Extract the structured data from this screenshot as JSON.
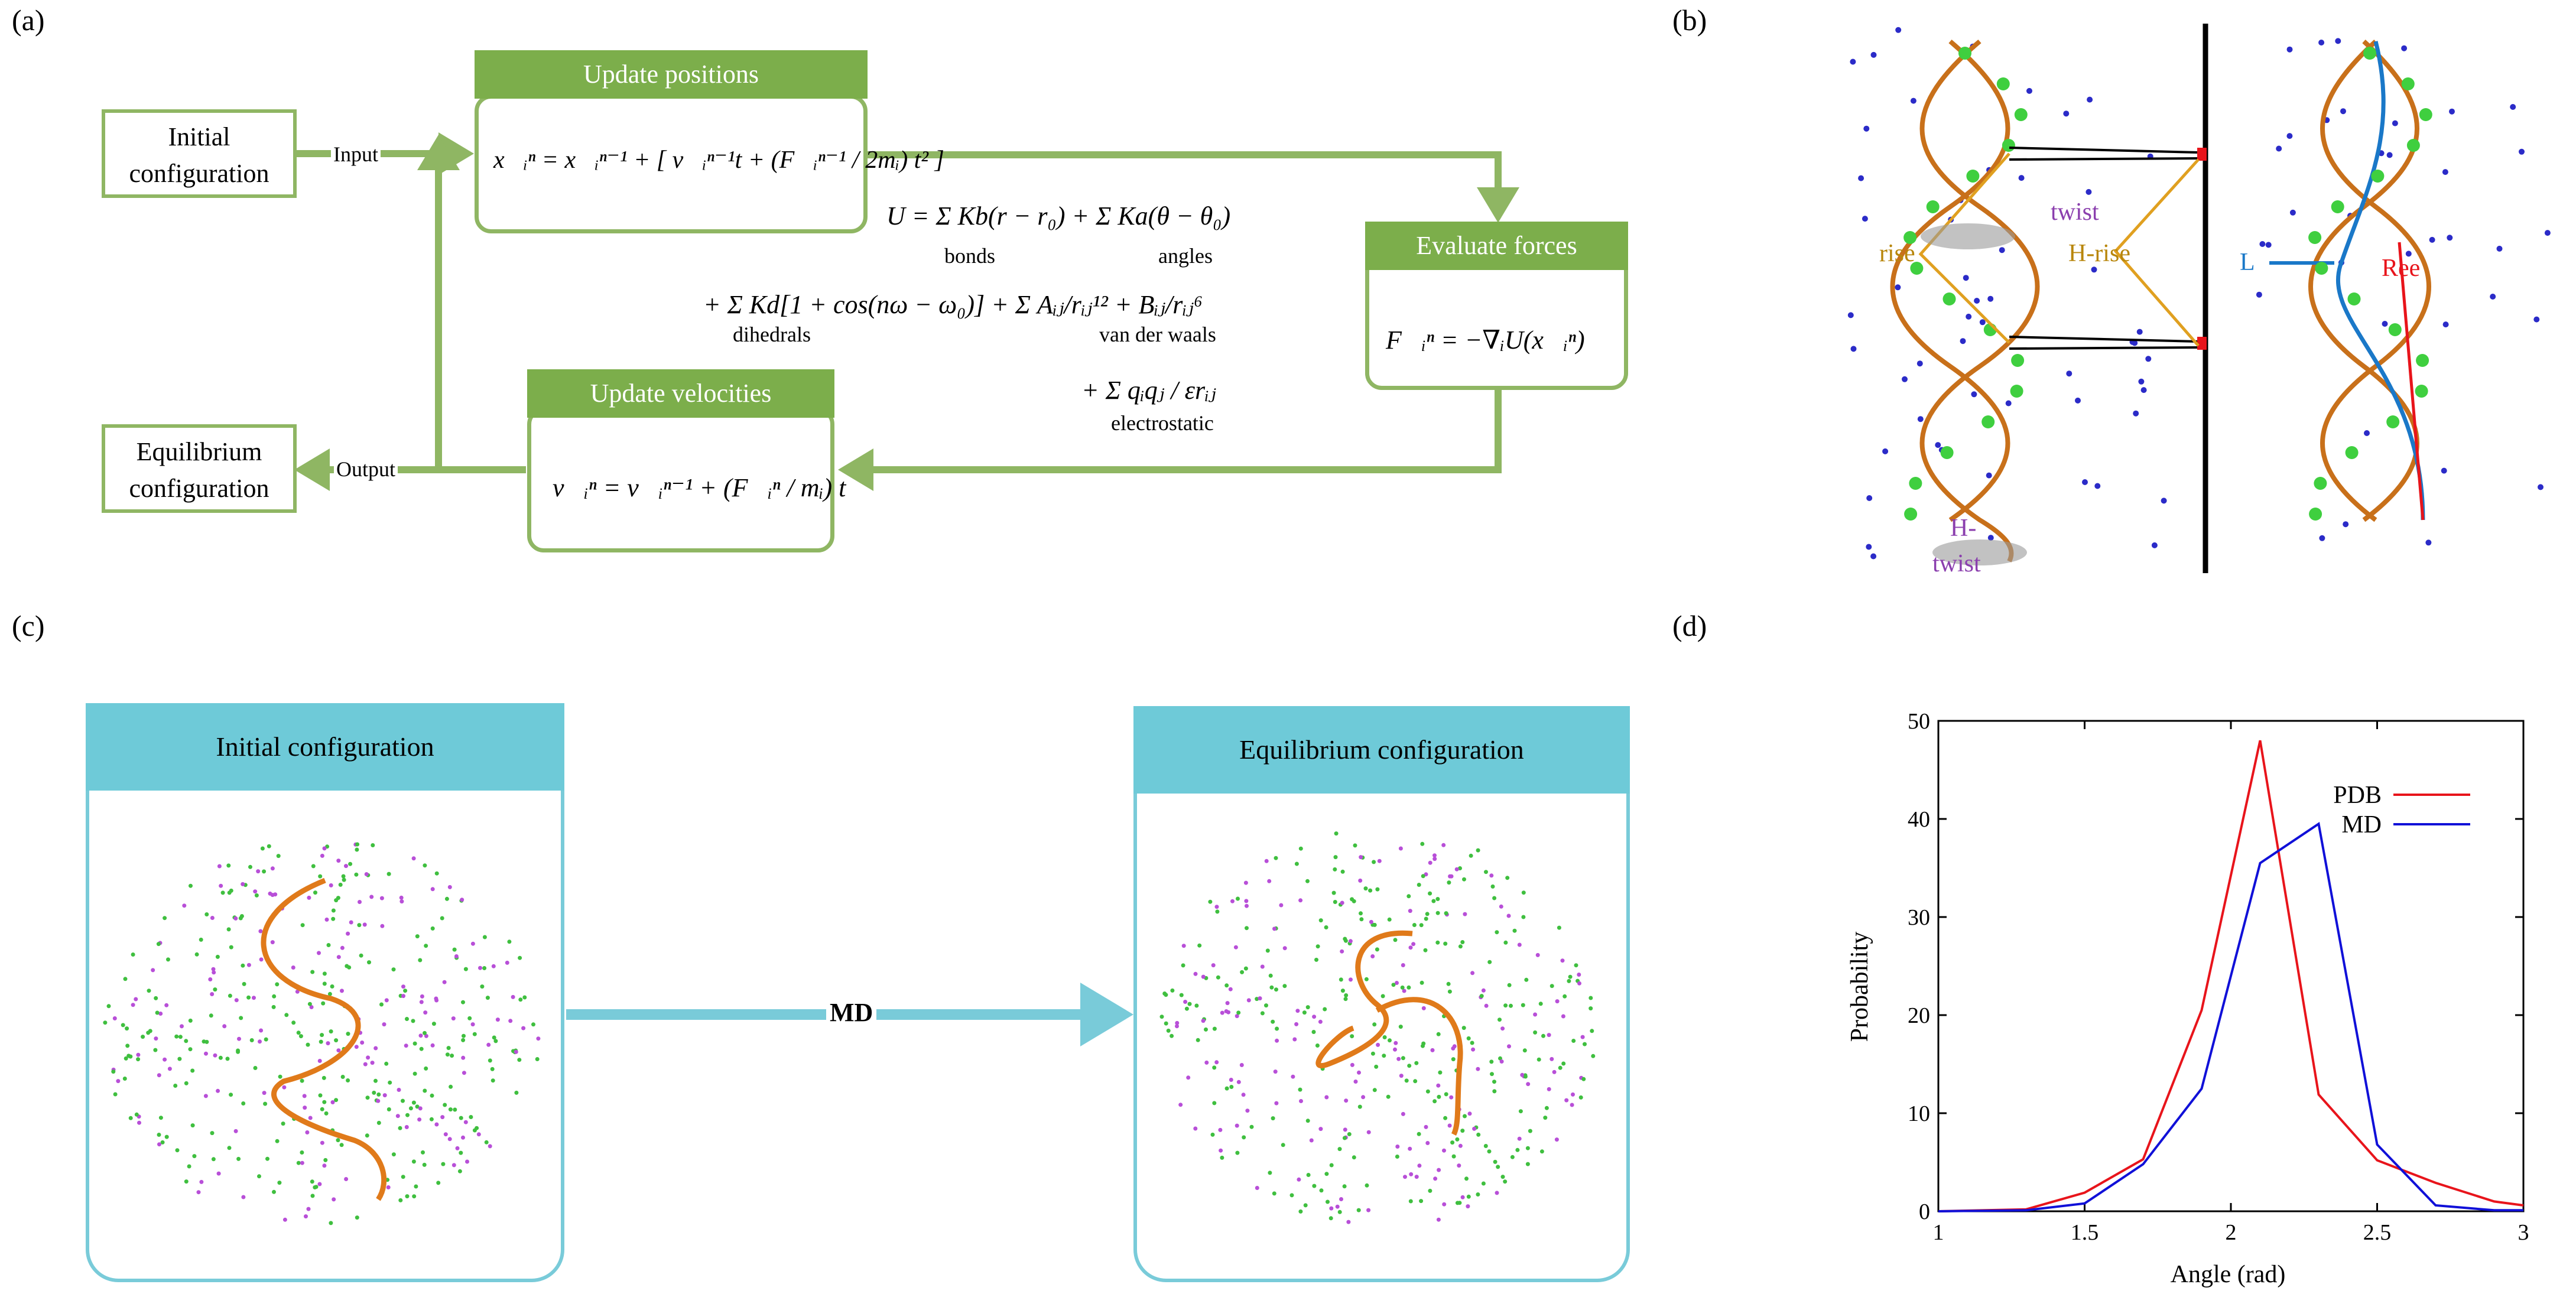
{
  "panels": {
    "a": "(a)",
    "b": "(b)",
    "c": "(c)",
    "d": "(d)"
  },
  "panel_a": {
    "initial": "Initial configuration",
    "equilibrium": "Equilibrium configuration",
    "input_label": "Input",
    "output_label": "Output",
    "update_positions": "Update positions",
    "update_velocities": "Update velocities",
    "evaluate_forces": "Evaluate forces",
    "eq_positions": "x⃗ᵢⁿ = x⃗ᵢⁿ⁻¹ + [ v⃗ᵢⁿ⁻¹t + (F⃗ᵢⁿ⁻¹ / 2mᵢ) t² ]",
    "eq_velocities": "v⃗ᵢⁿ = v⃗ᵢⁿ⁻¹ + (F⃗ᵢⁿ / mᵢ) t",
    "eq_forces": "F⃗ᵢⁿ = −∇ᵢU(x⃗ᵢⁿ)",
    "potential_line1": "U = Σ Kb(r − r₀) + Σ Ka(θ − θ₀)",
    "potential_line2": "+ Σ Kd[1 + cos(nω − ω₀)] + Σ Aᵢⱼ/rᵢⱼ¹² + Bᵢⱼ/rᵢⱼ⁶",
    "potential_line3": "+ Σ qᵢqⱼ / εrᵢⱼ",
    "sub_bonds": "bonds",
    "sub_angles": "angles",
    "sub_dihedrals": "dihedrals",
    "sub_vdw": "van der waals",
    "sub_electrostatic": "electrostatic"
  },
  "panel_b": {
    "rise": "rise",
    "h_rise": "H-rise",
    "twist": "twist",
    "h_twist_1": "H-",
    "h_twist_2": "twist",
    "L": "L",
    "Ree": "Ree"
  },
  "panel_c": {
    "initial": "Initial configuration",
    "equilibrium": "Equilibrium configuration",
    "md": "MD"
  },
  "colors": {
    "green_box": "#8fb663",
    "green_header": "#7cae4b",
    "cyan_box": "#79cbd9",
    "cyan_header": "#6ecad8",
    "pdb": "#e8141b",
    "md": "#1010d8"
  },
  "chart_data": {
    "type": "line",
    "xlabel": "Angle (rad)",
    "ylabel": "Probability",
    "xlim": [
      1,
      3
    ],
    "ylim": [
      0,
      50
    ],
    "xticks": [
      1,
      1.5,
      2,
      2.5,
      3
    ],
    "yticks": [
      0,
      10,
      20,
      30,
      40,
      50
    ],
    "legend_position": "top-right",
    "series": [
      {
        "name": "PDB",
        "color": "#e8141b",
        "x": [
          1.0,
          1.3,
          1.5,
          1.7,
          1.9,
          2.1,
          2.3,
          2.5,
          2.7,
          2.9,
          3.0
        ],
        "y": [
          0,
          0.2,
          1.9,
          5.3,
          20.5,
          48.0,
          11.9,
          5.2,
          2.9,
          1.0,
          0.6
        ]
      },
      {
        "name": "MD",
        "color": "#1010d8",
        "x": [
          1.0,
          1.3,
          1.5,
          1.7,
          1.9,
          2.1,
          2.3,
          2.5,
          2.7,
          2.9,
          3.0
        ],
        "y": [
          0,
          0.1,
          0.8,
          4.8,
          12.5,
          35.5,
          39.5,
          6.8,
          0.6,
          0.1,
          0.1
        ]
      }
    ]
  }
}
